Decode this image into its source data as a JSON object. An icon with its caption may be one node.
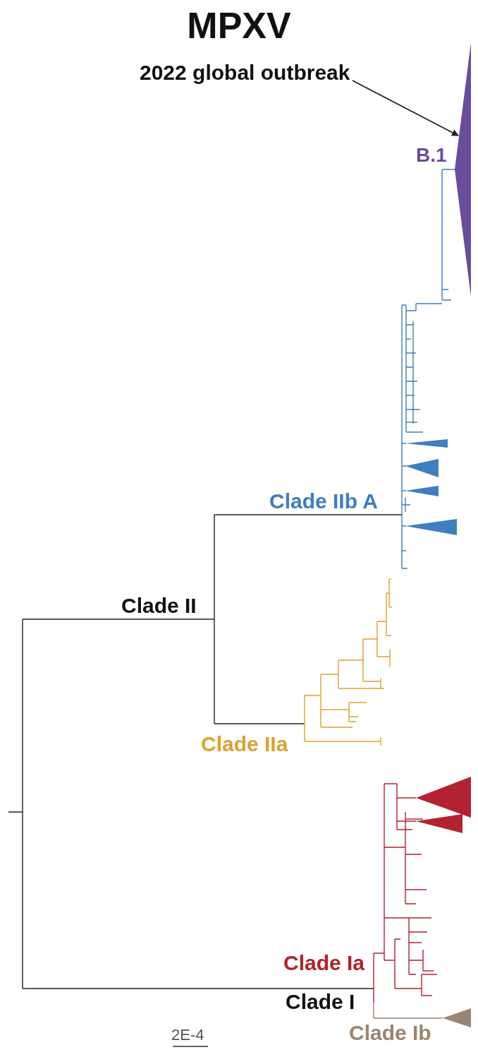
{
  "diagram": {
    "title": "MPXV",
    "nodes": [
      {
        "text": [
          "2022 global outbreak"
        ]
      },
      {
        "text": [],
        "shape": "triangle"
      }
    ],
    "edges": [
      {
        "from": 0,
        "to": 1,
        "arrow": "to"
      }
    ],
    "labels": [
      "B.1",
      "Clade IIb A",
      "Clade II",
      "Clade IIa",
      "Clade Ia",
      "Clade I",
      "Clade Ib",
      "2E-4"
    ]
  }
}
